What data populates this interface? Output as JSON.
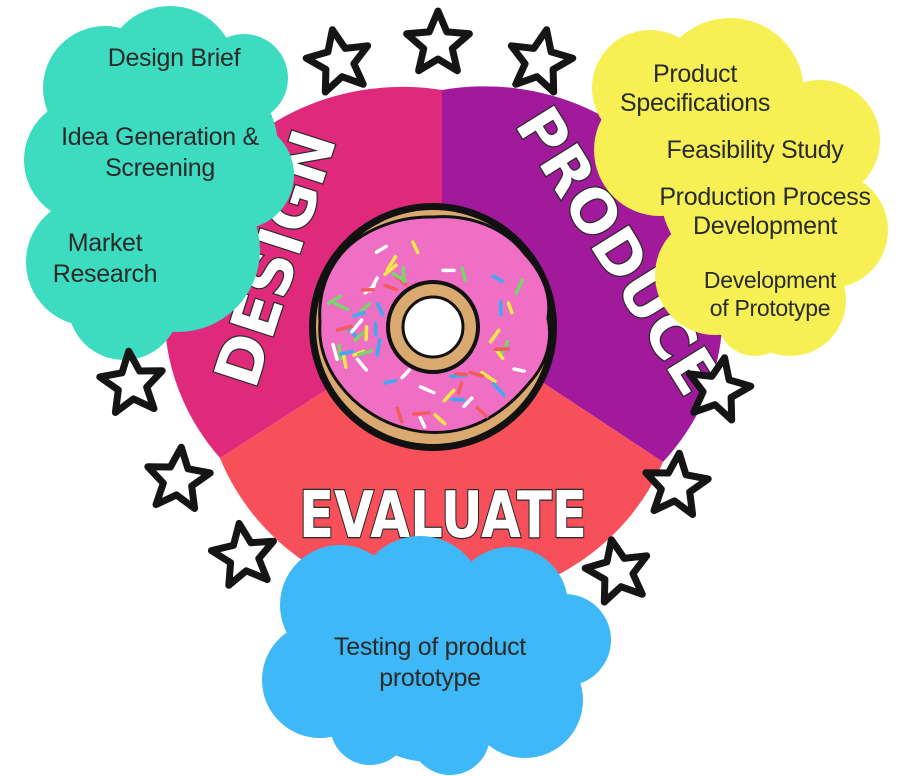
{
  "segments": {
    "design": {
      "label": "DESIGN",
      "color": "#df2a7c"
    },
    "produce": {
      "label": "PRODUCE",
      "color": "#a01a9b"
    },
    "evaluate": {
      "label": "EVALUATE",
      "color": "#f7505b"
    }
  },
  "clouds": {
    "design": {
      "color": "#3ddbc0",
      "items": [
        "Design Brief",
        "Idea Generation &",
        "Screening",
        "Market",
        "Research"
      ]
    },
    "produce": {
      "color": "#f6f054",
      "items": [
        "Product",
        "Specifications",
        "Feasibility Study",
        "Production Process",
        "Development",
        "Development",
        "of Prototype"
      ]
    },
    "evaluate": {
      "color": "#3eb8f6",
      "items": [
        "Testing of product",
        "prototype"
      ]
    }
  },
  "donut": {
    "dough_color": "#d9a96f",
    "icing_color": "#ee6fc4",
    "sprinkle_colors": [
      "#3fa9f5",
      "#f7e84a",
      "#ffffff",
      "#f45b5b",
      "#7ad36b"
    ]
  },
  "icons": [
    "star-icon",
    "donut-icon"
  ]
}
